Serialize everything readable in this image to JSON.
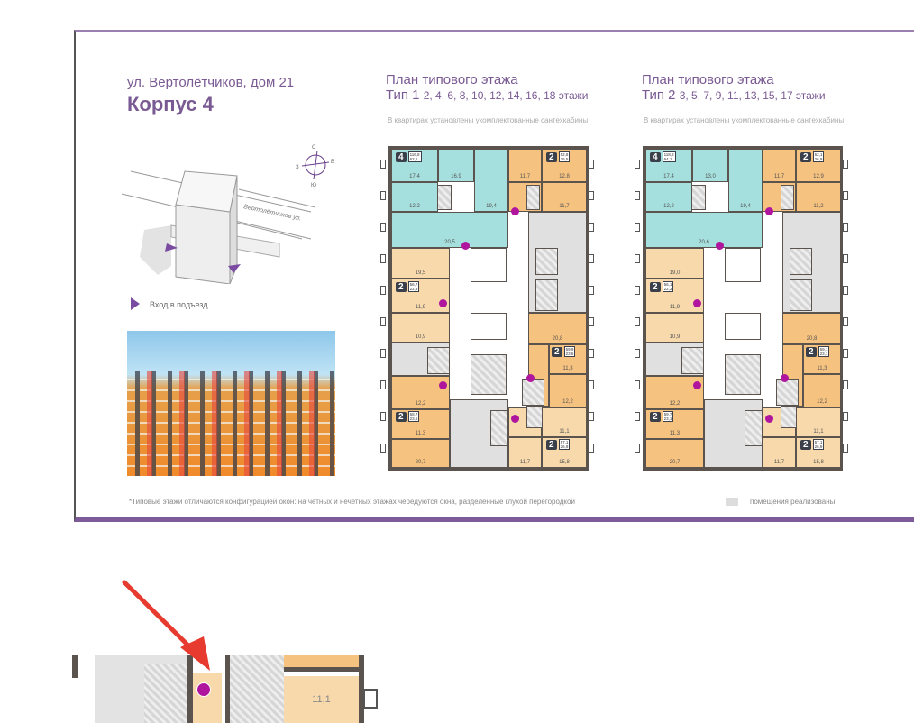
{
  "header": {
    "address": "ул. Вертолётчиков, дом 21",
    "building": "Корпус 4"
  },
  "site": {
    "street": "Вертолётчиков ул.",
    "compass": {
      "n": "С",
      "e": "В",
      "s": "Ю",
      "w": "З"
    },
    "entrance_legend": "Вход в подъезд"
  },
  "plans": [
    {
      "title": "План типового этажа",
      "type": "Тип 1",
      "floors": "2, 4, 6, 8, 10, 12, 14, 16, 18 этажи",
      "note": "В квартирах установлены укомплектованные сантехкабины",
      "rooms": [
        "17,4",
        "16,9",
        "19,4",
        "12,2",
        "20,5",
        "11,7",
        "12,8",
        "11,7",
        "19,5",
        "11,9",
        "10,9",
        "12,2",
        "11,3",
        "20,7",
        "20,8",
        "11,3",
        "12,2",
        "11,1",
        "11,7",
        "15,8"
      ],
      "badges": [
        {
          "n": "4",
          "a": "116,8\n62,1"
        },
        {
          "n": "2",
          "a": "52,8\n26,5"
        },
        {
          "n": "2",
          "a": "56,7\n22,3"
        },
        {
          "n": "2",
          "a": "59,9\n23,6"
        },
        {
          "n": "2",
          "a": "58,7\n23,5"
        },
        {
          "n": "2",
          "a": "57,1\n26,9"
        }
      ]
    },
    {
      "title": "План типового этажа",
      "type": "Тип 2",
      "floors": "3, 5, 7, 9, 11, 13, 15, 17 этажи",
      "note": "В квартирах установлены укомплектованные сантехкабины",
      "rooms": [
        "17,4",
        "13,0",
        "19,4",
        "12,2",
        "20,6",
        "11,7",
        "12,9",
        "11,2",
        "19,0",
        "11,9",
        "10,9",
        "12,2",
        "11,3",
        "20,7",
        "20,8",
        "11,3",
        "12,2",
        "11,1",
        "11,7",
        "15,8"
      ],
      "badges": [
        {
          "n": "4",
          "a": "118,8\n64,1"
        },
        {
          "n": "2",
          "a": "52,1\n26,9"
        },
        {
          "n": "2",
          "a": "56,1\n22,3"
        },
        {
          "n": "2",
          "a": "59,1\n23,1"
        },
        {
          "n": "2",
          "a": "59,7\n23,1"
        },
        {
          "n": "2",
          "a": "57,1\n26,9"
        }
      ]
    }
  ],
  "footer": {
    "note": "*Типовые этажи отличаются конфигурацией окон: на четных и нечетных этажах чередуются окна, разделенные глухой перегородкой",
    "legend": "помещения реализованы"
  },
  "detail": {
    "room_label": "11,1"
  },
  "colors": {
    "accent": "#7a5a93",
    "four_room": "#a6e0de",
    "two_room": "#f6c27f",
    "two_room_light": "#f7d9ac",
    "sold": "#e0e0e0",
    "entrance_dot": "#b0159e",
    "arrow": "#e63b2e"
  }
}
